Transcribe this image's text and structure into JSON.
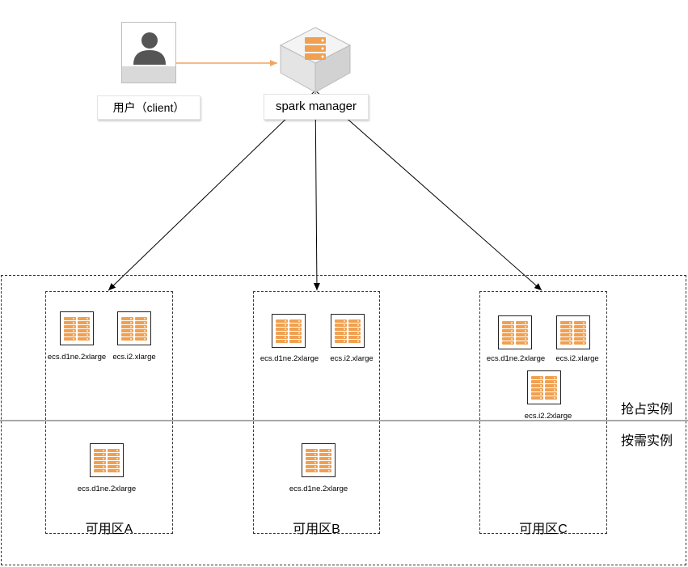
{
  "client": {
    "label": "用户（client）",
    "icon": "user-icon"
  },
  "manager": {
    "label": "spark manager",
    "icon": "server-cube-icon"
  },
  "colors": {
    "accent": "#F4A460",
    "server_orange": "#F0A050",
    "arrow": "#000000",
    "divider": "#A8A8A8"
  },
  "section_labels": {
    "spot": "抢占实例",
    "on_demand": "按需实例"
  },
  "zones": [
    {
      "label": "可用区A",
      "spot_instances": [
        "ecs.d1ne.2xlarge",
        "ecs.i2.xlarge"
      ],
      "on_demand_instances": [
        "ecs.d1ne.2xlarge"
      ]
    },
    {
      "label": "可用区B",
      "spot_instances": [
        "ecs.d1ne.2xlarge",
        "ecs.i2.xlarge"
      ],
      "on_demand_instances": [
        "ecs.d1ne.2xlarge"
      ]
    },
    {
      "label": "可用区C",
      "spot_instances": [
        "ecs.d1ne.2xlarge",
        "ecs.i2.xlarge",
        "ecs.i2.2xlarge"
      ],
      "on_demand_instances": []
    }
  ]
}
